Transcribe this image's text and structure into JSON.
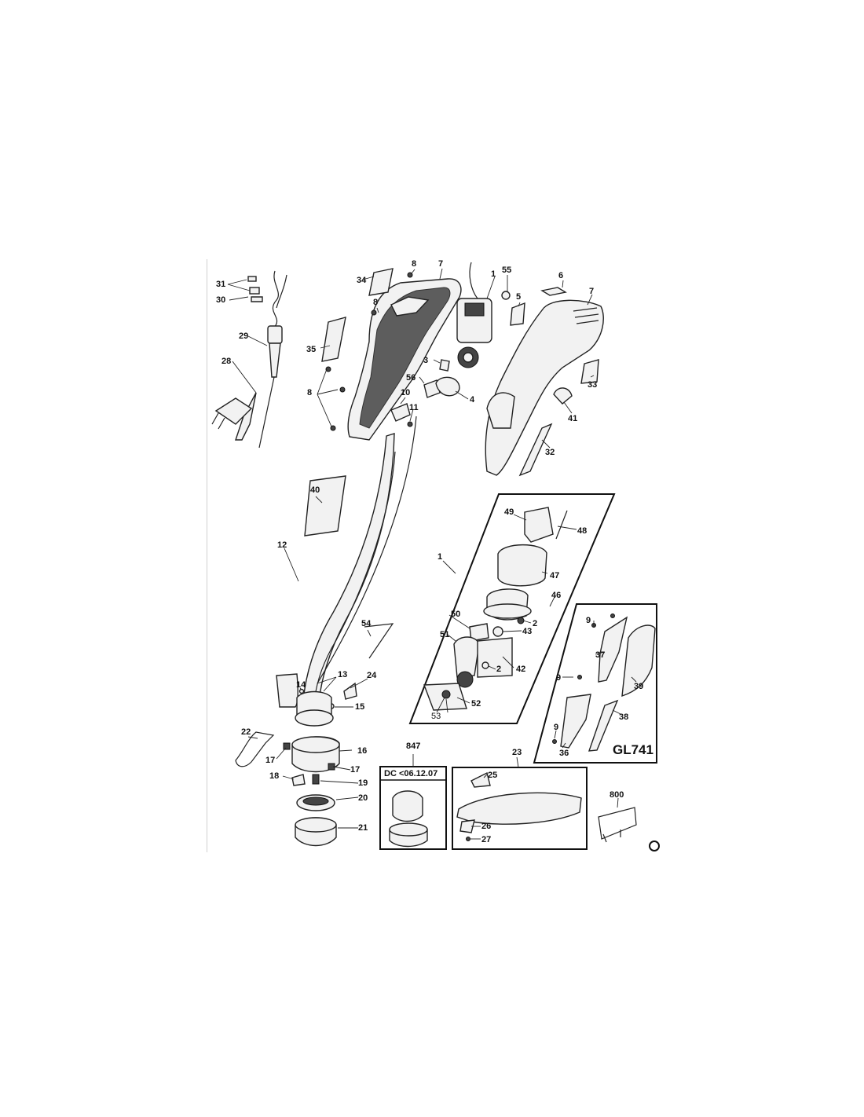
{
  "labels": {
    "p31": "31",
    "p30": "30",
    "p29": "29",
    "p28": "28",
    "p34": "34",
    "p8a": "8",
    "p7a": "7",
    "p1a": "1",
    "p55": "55",
    "p6": "6",
    "p7b": "7",
    "p8b": "8",
    "p5": "5",
    "p35": "35",
    "p3": "3",
    "p33": "33",
    "p56": "56",
    "p4": "4",
    "p8c": "8",
    "p10": "10",
    "p11": "11",
    "p41": "41",
    "p32": "32",
    "p40": "40",
    "p49": "49",
    "p48": "48",
    "p1b": "1",
    "p12": "12",
    "p47": "47",
    "p46": "46",
    "p50": "50",
    "p2a": "2",
    "p43": "43",
    "p51": "51",
    "p54": "54",
    "p42": "42",
    "p2b": "2",
    "p9a": "9",
    "p37": "37",
    "p9b": "9",
    "p39": "39",
    "p13": "13",
    "p24": "24",
    "p14": "14",
    "p15": "15",
    "p52": "52",
    "p53": "53",
    "p38": "38",
    "p9c": "9",
    "p36": "36",
    "p22": "22",
    "p16": "16",
    "p17a": "17",
    "p17b": "17",
    "p847": "847",
    "p23": "23",
    "p25": "25",
    "p800": "800",
    "p18": "18",
    "p19": "19",
    "p20": "20",
    "p26": "26",
    "p27": "27",
    "p21": "21"
  },
  "model_label": "GL741",
  "date_note": "DC <06.12.07",
  "corner_mark": "©"
}
